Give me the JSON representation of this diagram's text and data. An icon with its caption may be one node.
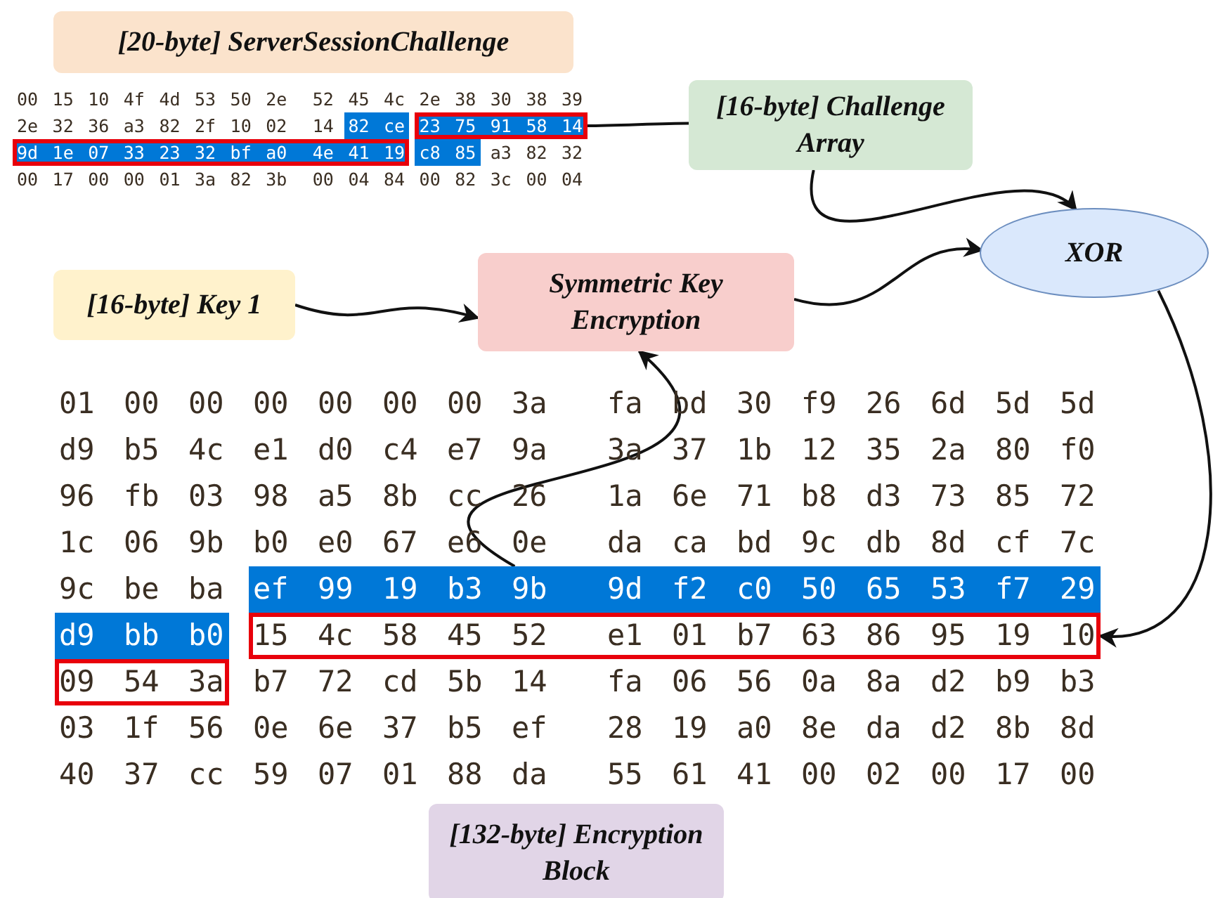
{
  "diagram": {
    "nodes": [
      {
        "text": [
          "[20-byte] ServerSessionChallenge"
        ]
      },
      {
        "text": [
          "23 75 91 58 14 9d 1e 07 33 23 32 bf a0 4e 41 19"
        ]
      },
      {
        "text": [
          "[16-byte] Challenge Array"
        ]
      },
      {
        "text": [
          "XOR"
        ]
      },
      {
        "text": [
          "[16-byte] Key 1"
        ]
      },
      {
        "text": [
          "Symmetric Key Encryption"
        ]
      },
      {
        "text": [
          "ef 99 19 b3 9b 9d f2 c0 50 65 53 f7 29 d9 bb b0"
        ]
      },
      {
        "text": [
          "15 4c 58 45 52 e1 01 b7 63 86 95 19 10 09 54 3a"
        ]
      },
      {
        "text": [
          "[132-byte] Encryption Block"
        ]
      }
    ],
    "edges": [
      {
        "from": 1,
        "to": 2,
        "arrow": "none"
      },
      {
        "from": 2,
        "to": 3,
        "arrow": "to"
      },
      {
        "from": 4,
        "to": 5,
        "arrow": "to"
      },
      {
        "from": 5,
        "to": 3,
        "arrow": "to"
      },
      {
        "from": 6,
        "to": 5,
        "arrow": "to"
      },
      {
        "from": 3,
        "to": 7,
        "arrow": "to"
      }
    ],
    "labels": [
      "00 15 10 4f 4d 53 50 2e 52 45 4c 2e 38 30 38 39",
      "2e 32 36 a3 82 2f 10 02 14",
      "82 ce",
      "c8 85",
      "a3 82 32",
      "00 17 00 00 01 3a 82 3b 00 04 84 00 82 3c 00 04",
      "01 00 00 00 00 00 00 3a fa bd 30 f9 26 6d 5d 5d",
      "d9 b5 4c e1 d0 c4 e7 9a 3a 37 1b 12 35 2a 80 f0",
      "96 fb 03 98 a5 8b cc 26 1a 6e 71 b8 d3 73 85 72",
      "1c 06 9b b0 e0 67 e6 0e da ca bd 9c db 8d cf 7c",
      "9c be ba",
      "b7 72 cd 5b 14 fa 06 56 0a 8a d2 b9 b3",
      "03 1f 56 0e 6e 37 b5 ef 28 19 a0 8e da d2 8b 8d",
      "40 37 cc 59 07 01 88 da 55 61 41 00 02 00 17 00"
    ]
  }
}
